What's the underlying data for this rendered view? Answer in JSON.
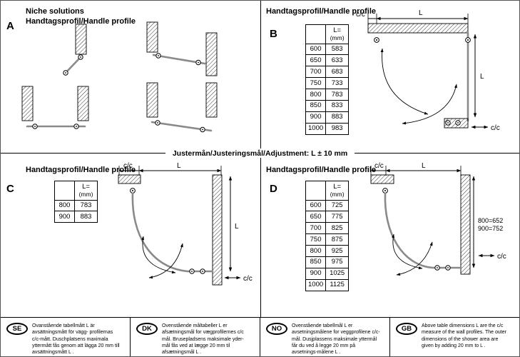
{
  "page": {
    "adjustment_note": "Justermån/Justeringsmål/Adjustment: L ± 10 mm"
  },
  "labels": {
    "cc": "c/c",
    "L": "L"
  },
  "sections": {
    "a": {
      "letter": "A",
      "title_line1": "Niche solutions",
      "title_line2": "Handtagsprofil/Handle profile"
    },
    "b": {
      "letter": "B",
      "title": "Handtagsprofil/Handle profile",
      "table": {
        "header_top": "L=",
        "header_bottom": "(mm)",
        "rows": [
          [
            "600",
            "583"
          ],
          [
            "650",
            "633"
          ],
          [
            "700",
            "683"
          ],
          [
            "750",
            "733"
          ],
          [
            "800",
            "783"
          ],
          [
            "850",
            "833"
          ],
          [
            "900",
            "883"
          ],
          [
            "1000",
            "983"
          ]
        ]
      }
    },
    "c": {
      "letter": "C",
      "title": "Handtagsprofil/Handle profile",
      "table": {
        "header_top": "L=",
        "header_bottom": "(mm)",
        "rows": [
          [
            "800",
            "783"
          ],
          [
            "900",
            "883"
          ]
        ]
      }
    },
    "d": {
      "letter": "D",
      "title": "Handtagsprofil/Handle profile",
      "table": {
        "header_top": "L=",
        "header_bottom": "(mm)",
        "rows": [
          [
            "600",
            "725"
          ],
          [
            "650",
            "775"
          ],
          [
            "700",
            "825"
          ],
          [
            "750",
            "875"
          ],
          [
            "800",
            "925"
          ],
          [
            "850",
            "975"
          ],
          [
            "900",
            "1025"
          ],
          [
            "1000",
            "1125"
          ]
        ]
      },
      "annotation_line1": "800=652",
      "annotation_line2": "900=752"
    }
  },
  "footnotes": [
    {
      "code": "SE",
      "text": "Ovanstående tabellmått L är avsättningsmått för vägg- profilernas c/c-mått. Duschplatsens maximala yttermått fås genom att lägga 20 mm till avsättningsmått L ."
    },
    {
      "code": "DK",
      "text": "Ovenstående måltabeller L er afsætningsmål for vægprofilernes c/c mål. Brusepladsens maksimale yder- mål fås ved at lægge 20 mm til afsætningsmål L ."
    },
    {
      "code": "NO",
      "text": "Ovenstående tabellmål L er avsetningsmålene for veggprofilene c/c- mål. Dusjplassens maksimale yttermål får du ved å legge 20 mm på avsetnings-målene L ."
    },
    {
      "code": "GB",
      "text": "Above table dimensions L are the c/c measure of the wall profiles. The outer dimensions of the shower area are given by adding 20 mm to L ."
    }
  ]
}
